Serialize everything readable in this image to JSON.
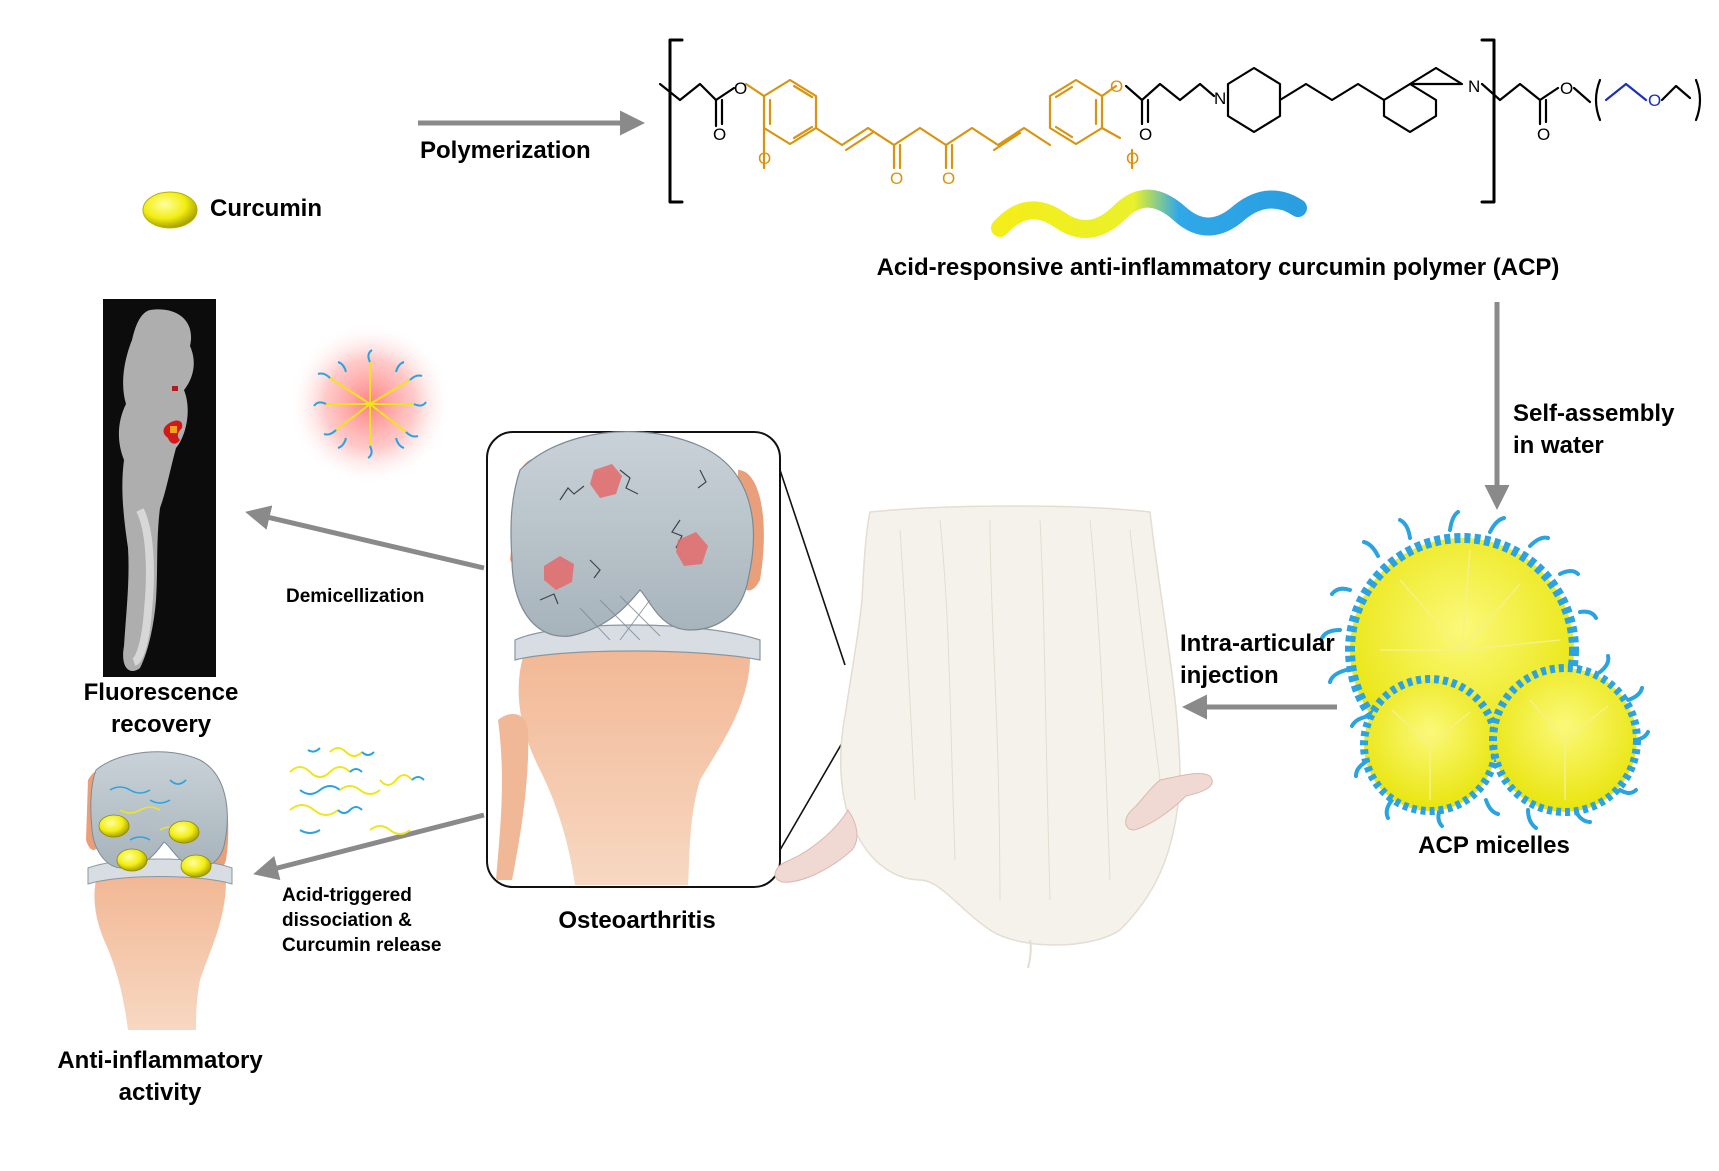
{
  "labels": {
    "polymerization": "Polymerization",
    "curcumin_legend": "Curcumin",
    "polymer_caption": "Acid-responsive anti-inflammatory curcumin polymer (ACP)",
    "self_assembly_line1": "Self-assembly",
    "self_assembly_line2": "in water",
    "injection_line1": "Intra-articular",
    "injection_line2": "injection",
    "micelles": "ACP micelles",
    "osteoarthritis": "Osteoarthritis",
    "demicellization": "Demicellization",
    "fluorescence_line1": "Fluorescence",
    "fluorescence_line2": "recovery",
    "acid_line1": "Acid-triggered",
    "acid_line2": "dissociation &",
    "acid_line3": "Curcumin release",
    "anti_line1": "Anti-inflammatory",
    "anti_line2": "activity"
  },
  "atoms": {
    "oxygen": "O",
    "nitrogen": "N"
  },
  "colors": {
    "arrow": "#8a8a8a",
    "curcumin_core": "#d9940f",
    "peg_segment": "#1a2fc0",
    "micelle_yellow": "#f2ef1e",
    "micelle_blue": "#2aa3e0",
    "inflamed_red": "#e46a6a"
  }
}
